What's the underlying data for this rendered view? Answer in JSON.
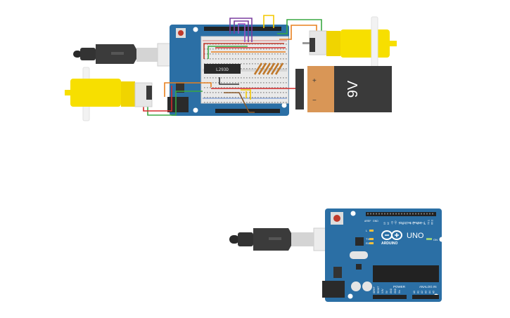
{
  "circuit": {
    "driver_chip_label": "L293D",
    "battery_label": "9V",
    "battery_plus": "+",
    "battery_minus": "−"
  },
  "board_bottom": {
    "brand": "ARDUINO",
    "model": "UNO",
    "digital_label": "DIGITAL (PWM ~)",
    "analog_label": "ANALOG IN",
    "power_label": "POWER",
    "pin_l": "L",
    "pin_tx": "TX",
    "pin_rx": "RX",
    "on_label": "ON",
    "aref": "AREF",
    "gnd": "GND",
    "digital_pins": [
      "13",
      "12",
      "~11",
      "~10",
      "~9",
      "8",
      "7",
      "~6",
      "~5",
      "4",
      "~3",
      "2",
      "TX 1",
      "RX 0"
    ],
    "analog_pins": [
      "A0",
      "A1",
      "A2",
      "A3",
      "A4",
      "A5"
    ],
    "power_pins": [
      "IOREF",
      "RESET",
      "3.3V",
      "5V",
      "GND",
      "GND",
      "Vin"
    ]
  },
  "colors": {
    "board": "#2b6fa5",
    "motor": "#f7df00",
    "battery_body": "#3a3a3a",
    "battery_top": "#d99656",
    "wire_purple": "#7b3fa0",
    "wire_green": "#3aa843",
    "wire_orange": "#e8801f",
    "wire_yellow": "#f4c900",
    "wire_red": "#d32a2a",
    "wire_brown": "#8a5a2b"
  }
}
